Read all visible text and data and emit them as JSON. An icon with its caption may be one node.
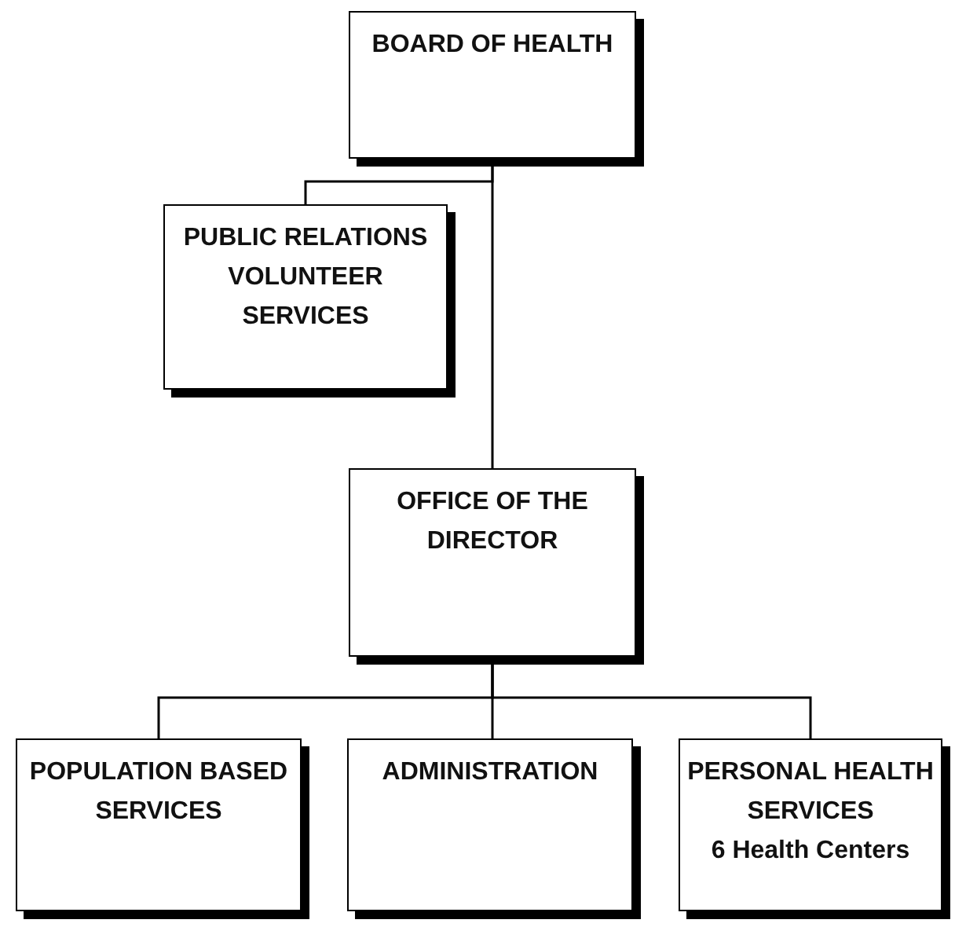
{
  "diagram": {
    "nodes": [
      {
        "text": [
          "BOARD OF HEALTH"
        ]
      },
      {
        "text": [
          "PUBLIC RELATIONS VOLUNTEER SERVICES"
        ]
      },
      {
        "text": [
          "OFFICE OF THE DIRECTOR"
        ]
      },
      {
        "text": [
          "POPULATION BASED SERVICES"
        ]
      },
      {
        "text": [
          "ADMINISTRATION"
        ]
      },
      {
        "text": [
          "PERSONAL HEALTH SERVICES",
          "6 Health Centers"
        ]
      }
    ],
    "edges": [
      {
        "from": 0,
        "to": 2,
        "arrow": "none"
      },
      {
        "from": 0,
        "to": 1,
        "arrow": "none"
      },
      {
        "from": 2,
        "to": 3,
        "arrow": "none"
      },
      {
        "from": 2,
        "to": 4,
        "arrow": "none"
      },
      {
        "from": 2,
        "to": 5,
        "arrow": "none"
      }
    ]
  }
}
